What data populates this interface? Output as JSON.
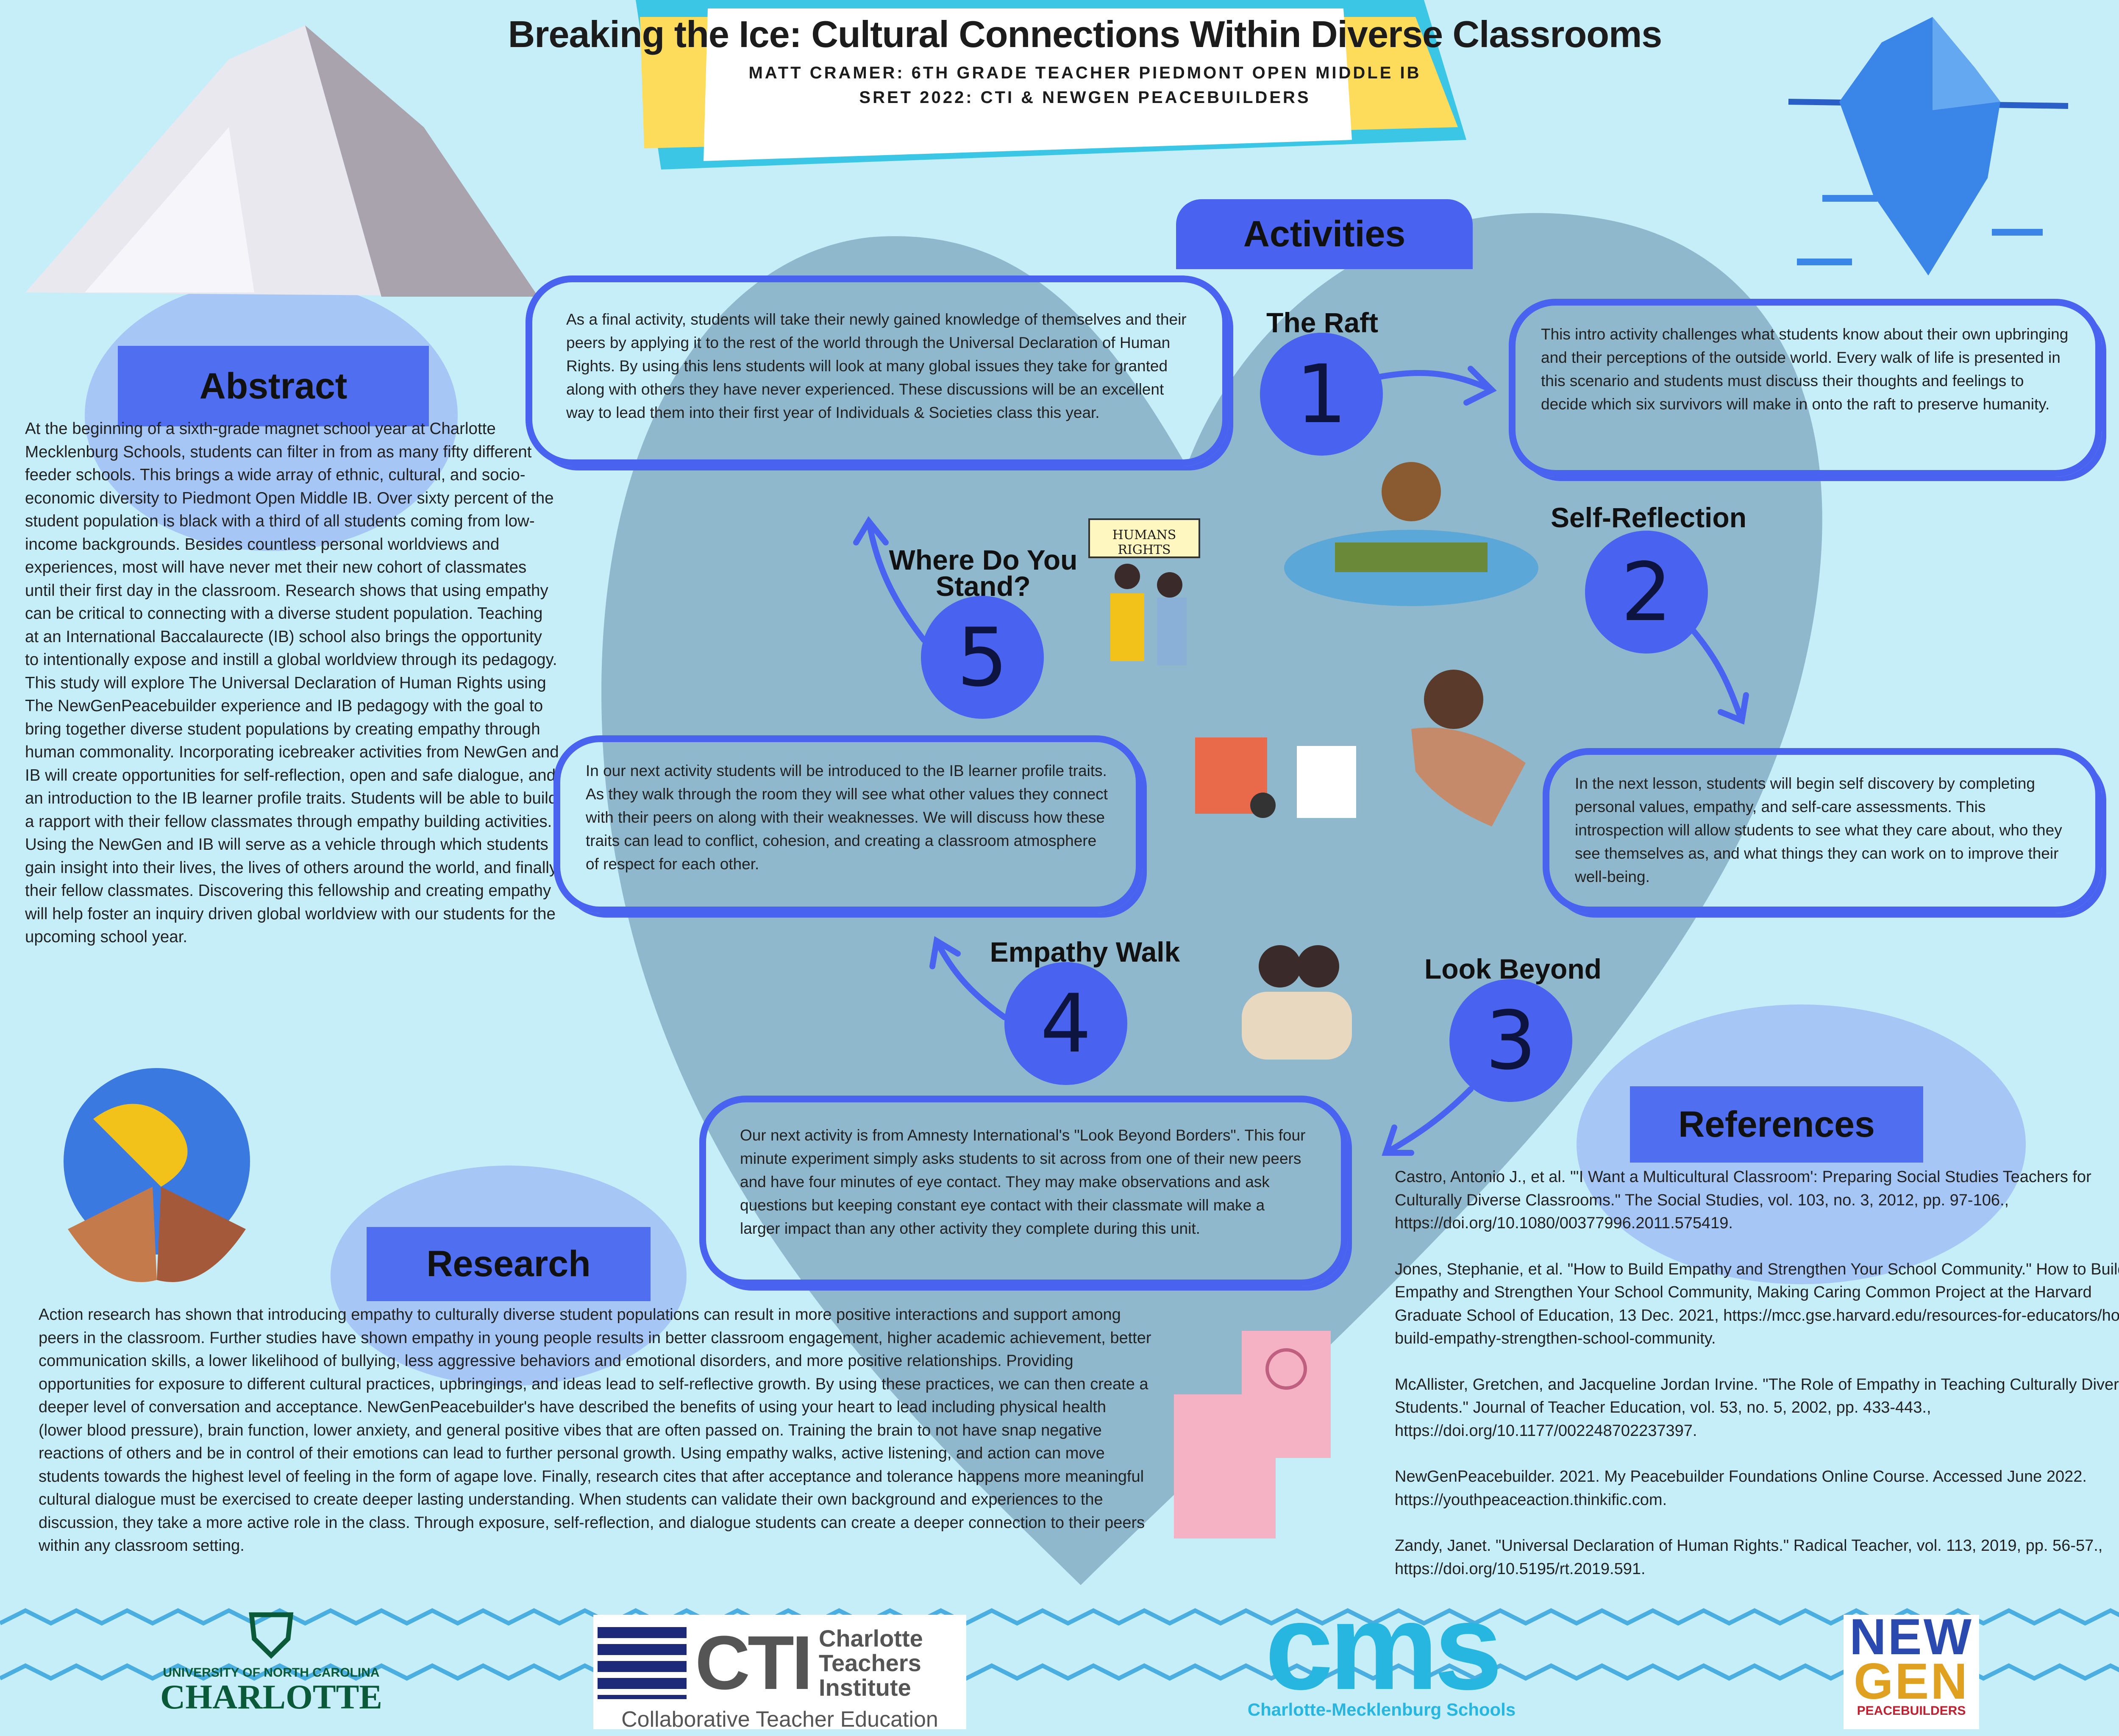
{
  "header": {
    "title": "Breaking the Ice: Cultural Connections Within Diverse Classrooms",
    "author_line": "MATT CRAMER: 6TH GRADE TEACHER PIEDMONT OPEN MIDDLE IB",
    "program_line": "SRET 2022: CTI & NEWGEN PEACEBUILDERS"
  },
  "abstract": {
    "heading": "Abstract",
    "text": "At the beginning of a sixth-grade magnet school year at Charlotte Mecklenburg Schools, students can filter in from as many fifty different feeder schools. This brings a wide array of ethnic, cultural, and socio-economic diversity to Piedmont Open Middle IB. Over sixty percent of the student population is black with a third of all students coming from low-income backgrounds. Besides countless personal worldviews and experiences, most will have never met their new cohort of classmates until their first day in the classroom. Research shows that using empathy can be critical to connecting with a diverse student population. Teaching at an International Baccalaurecte (IB) school also brings the opportunity to intentionally expose and instill a global worldview through its pedagogy. This study will explore The Universal Declaration of Human Rights using The NewGenPeacebuilder experience and IB pedagogy with the goal to bring together diverse student populations by creating empathy through human commonality. Incorporating icebreaker activities from NewGen and IB will create opportunities for self-reflection, open and safe dialogue, and an introduction to the IB learner profile traits. Students will be able to build a rapport with their fellow classmates through empathy building activities. Using the NewGen and IB will serve as a vehicle through which students gain insight into their lives, the lives of others around the world, and finally their fellow classmates. Discovering this fellowship and creating empathy will help foster an inquiry driven global worldview with our students for the upcoming school year."
  },
  "activities": {
    "heading": "Activities",
    "items": [
      {
        "number": "1",
        "title": "The Raft",
        "text": "This intro activity challenges what students know about their own upbringing and their perceptions of the outside world. Every walk of life is presented in this scenario and students must discuss their thoughts and feelings to decide which six survivors will make in onto the raft to preserve humanity."
      },
      {
        "number": "2",
        "title": "Self-Reflection",
        "text": "In the next lesson, students will begin self discovery by completing  personal values, empathy, and self-care assessments. This introspection will allow students to see what they care about, who they see themselves as, and what things they can work on to improve their well-being."
      },
      {
        "number": "3",
        "title": "Look Beyond",
        "text": "Our next activity is from Amnesty International's \"Look Beyond Borders\". This four minute experiment simply asks students to sit across from one of their new peers and have four minutes of eye contact. They may make observations and ask questions but keeping constant eye contact with their classmate will make a larger impact than any other activity they complete during this unit."
      },
      {
        "number": "4",
        "title": "Empathy Walk",
        "text": "In our next activity students will be introduced to the IB learner profile traits. As they walk through the room they will see what other values they connect with their peers on along with their weaknesses. We will discuss how these traits can lead to conflict, cohesion, and creating a classroom atmosphere of respect for each other."
      },
      {
        "number": "5",
        "title": "Where Do You Stand?",
        "text": "As a final activity, students will take their newly gained knowledge of themselves and their peers by applying it to the rest of the world through the Universal Declaration of Human Rights. By using this lens students will look at many global issues they take for granted along with others they have never experienced. These discussions will be an excellent way to lead them into their first year of Individuals & Societies class this year."
      }
    ],
    "sign_text": "HUMANS RIGHTS"
  },
  "research": {
    "heading": "Research",
    "text": "Action research has shown that introducing empathy to culturally diverse student populations can result in more positive interactions and support among peers in the classroom. Further studies have shown empathy in young people results in better classroom engagement, higher academic achievement, better communication skills, a lower likelihood of bullying, less aggressive behaviors and emotional disorders, and more positive relationships. Providing opportunities for exposure to different cultural practices, upbringings, and ideas lead to self-reflective growth. By using these practices, we can then create a deeper level of conversation and acceptance. NewGenPeacebuilder's have described the benefits of using your heart to lead including physical health (lower blood pressure), brain function, lower anxiety, and general positive vibes that are often passed on. Training the brain to not have snap negative reactions of others and be in control of their emotions can lead to further personal growth. Using empathy walks, active listening, and action can move students towards the highest level of feeling in the form of agape love. Finally, research cites that after acceptance and tolerance happens more meaningful cultural dialogue must be exercised to create deeper lasting understanding. When students can validate their own background and experiences to the discussion, they take a more active role in the class. Through exposure, self-reflection, and dialogue students can create a deeper connection to their peers within any classroom setting."
  },
  "references": {
    "heading": "References",
    "items": [
      "Castro, Antonio J., et al. \"'I Want a Multicultural Classroom': Preparing Social Studies Teachers for Culturally Diverse Classrooms.\" The Social Studies, vol. 103, no. 3, 2012, pp. 97-106., https://doi.org/10.1080/00377996.2011.575419.",
      "Jones, Stephanie, et al. \"How to Build Empathy and Strengthen Your School Community.\" How to Build Empathy and Strengthen Your School Community, Making Caring Common Project at the Harvard Graduate School of Education, 13 Dec. 2021, https://mcc.gse.harvard.edu/resources-for-educators/how-build-empathy-strengthen-school-community.",
      "McAllister, Gretchen, and Jacqueline Jordan Irvine. \"The Role of Empathy in Teaching Culturally Diverse Students.\" Journal of Teacher Education, vol. 53, no. 5, 2002, pp. 433-443., https://doi.org/10.1177/002248702237397.",
      "NewGenPeacebuilder. 2021. My Peacebuilder Foundations Online Course. Accessed June 2022. https://youthpeaceaction.thinkific.com.",
      "Zandy, Janet. \"Universal Declaration of Human Rights.\" Radical Teacher, vol. 113, 2019, pp. 56-57., https://doi.org/10.5195/rt.2019.591."
    ]
  },
  "logos": {
    "uncc_top": "UNIVERSITY OF NORTH CAROLINA",
    "uncc_name": "CHARLOTTE",
    "cti_abbr": "CTI",
    "cti_name": "Charlotte Teachers Institute",
    "cti_tagline": "Collaborative Teacher Education",
    "cms_abbr": "cms",
    "cms_name": "Charlotte-Mecklenburg Schools",
    "newgen_top": "NEW",
    "newgen_mid": "GEN",
    "newgen_bottom": "PEACEBUILDERS"
  },
  "colors": {
    "background": "#c6eef9",
    "accent": "#4a62f0",
    "heart": "#8fb8cc",
    "title_yellow": "#fcdc5a",
    "title_cyan": "#3cc6e6"
  }
}
